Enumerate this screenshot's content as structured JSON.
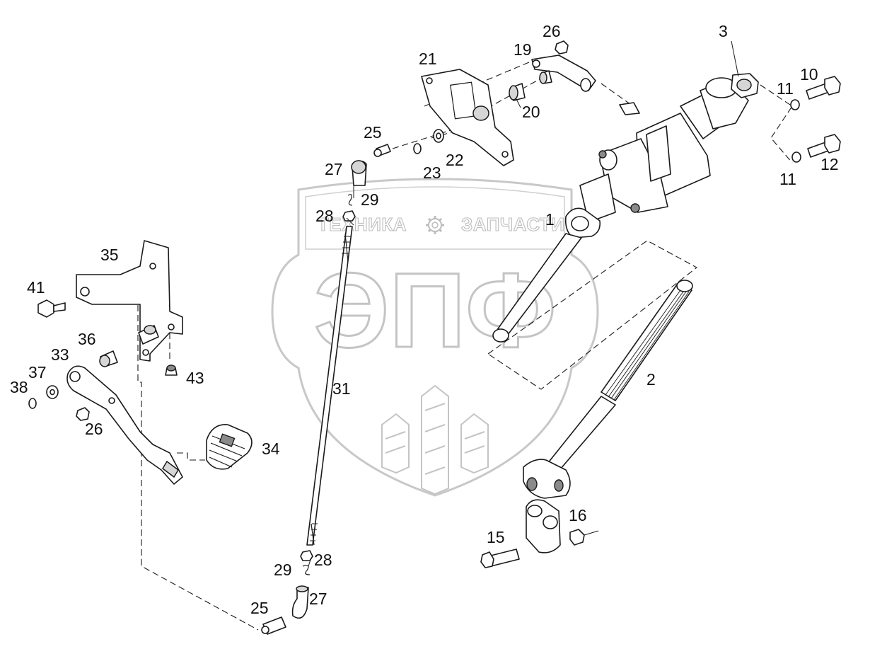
{
  "watermark": {
    "brand_left": "ТЕХНИКА",
    "brand_right": "ЗАПЧАСТИ",
    "logo": "ЭПФ",
    "colors": {
      "watermark": "#c4c4c4",
      "line": "#1a1a1a",
      "background": "#ffffff"
    }
  },
  "callouts": {
    "c1": "1",
    "c2": "2",
    "c3": "3",
    "c10": "10",
    "c11a": "11",
    "c11b": "11",
    "c12": "12",
    "c15": "15",
    "c16": "16",
    "c19": "19",
    "c20": "20",
    "c21": "21",
    "c22": "22",
    "c23": "23",
    "c25a": "25",
    "c25b": "25",
    "c26a": "26",
    "c26b": "26",
    "c27a": "27",
    "c27b": "27",
    "c28a": "28",
    "c28b": "28",
    "c29a": "29",
    "c29b": "29",
    "c31": "31",
    "c33": "33",
    "c34": "34",
    "c35": "35",
    "c36": "36",
    "c37": "37",
    "c38": "38",
    "c41": "41",
    "c43": "43"
  }
}
